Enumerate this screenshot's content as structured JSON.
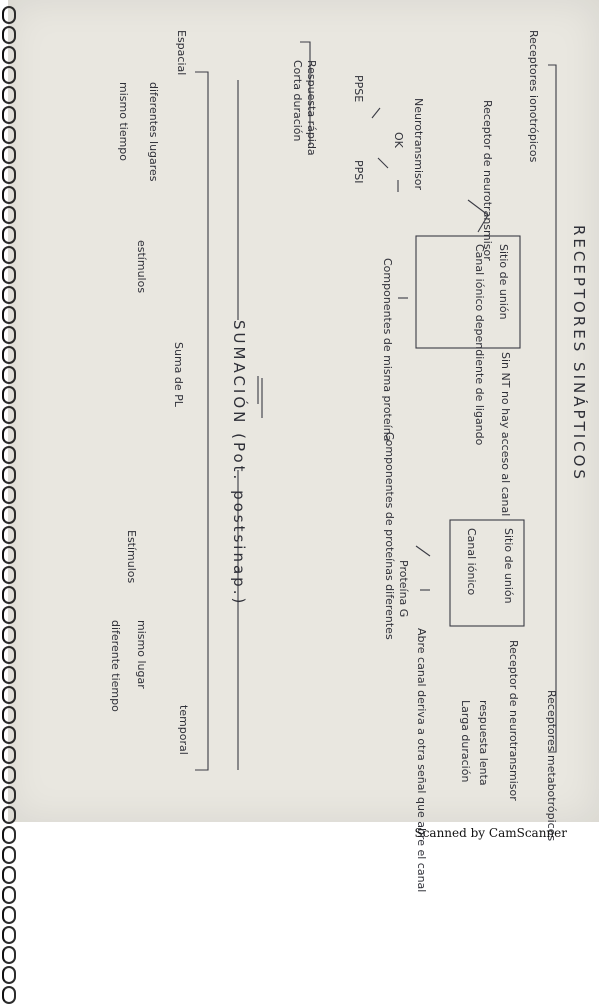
{
  "notes": {
    "title": "RECEPTORES SINÁPTICOS",
    "iono": {
      "heading": "Receptores ionotrópicos",
      "receptor": "Receptor de neurotransmisor",
      "nt": "Neurotransmisor",
      "ok": "OK",
      "ppse": "PPSE",
      "ppsi": "PPSI",
      "respuesta": "Respuesta rápida",
      "corta": "Corta duración",
      "box_sitio": "Sitio de unión",
      "box_canal": "Canal iónico dependiente de ligando",
      "componentes": "Componentes de misma proteína",
      "sin_nt": "Sin NT no hay acceso al canal"
    },
    "meta": {
      "heading": "Receptores metabotrópicos",
      "receptor": "Receptor de neurotransmisor",
      "respuesta": "respuesta lenta",
      "larga": "Larga duración",
      "box_sitio": "Sitio de unión",
      "box_canal": "Canal iónico",
      "componentes": "Componentes de proteínas diferentes",
      "proteina": "Proteína G",
      "abre": "Abre canal deriva a otra señal que abre el canal"
    },
    "sumacion": {
      "title": "SUMACIÓN (Pot. postsinap.)",
      "suma": "Suma de PL",
      "espacial": "Espacial",
      "diferentes": "diferentes lugares",
      "mismo_tiempo": "mismo tiempo",
      "estimulos": "estímulos",
      "temporal": "temporal",
      "estimulos2": "Estímulos",
      "mismo_lugar": "mismo lugar",
      "diferente_tiempo": "diferente tiempo"
    }
  },
  "footer": "Scanned by CamScanner"
}
